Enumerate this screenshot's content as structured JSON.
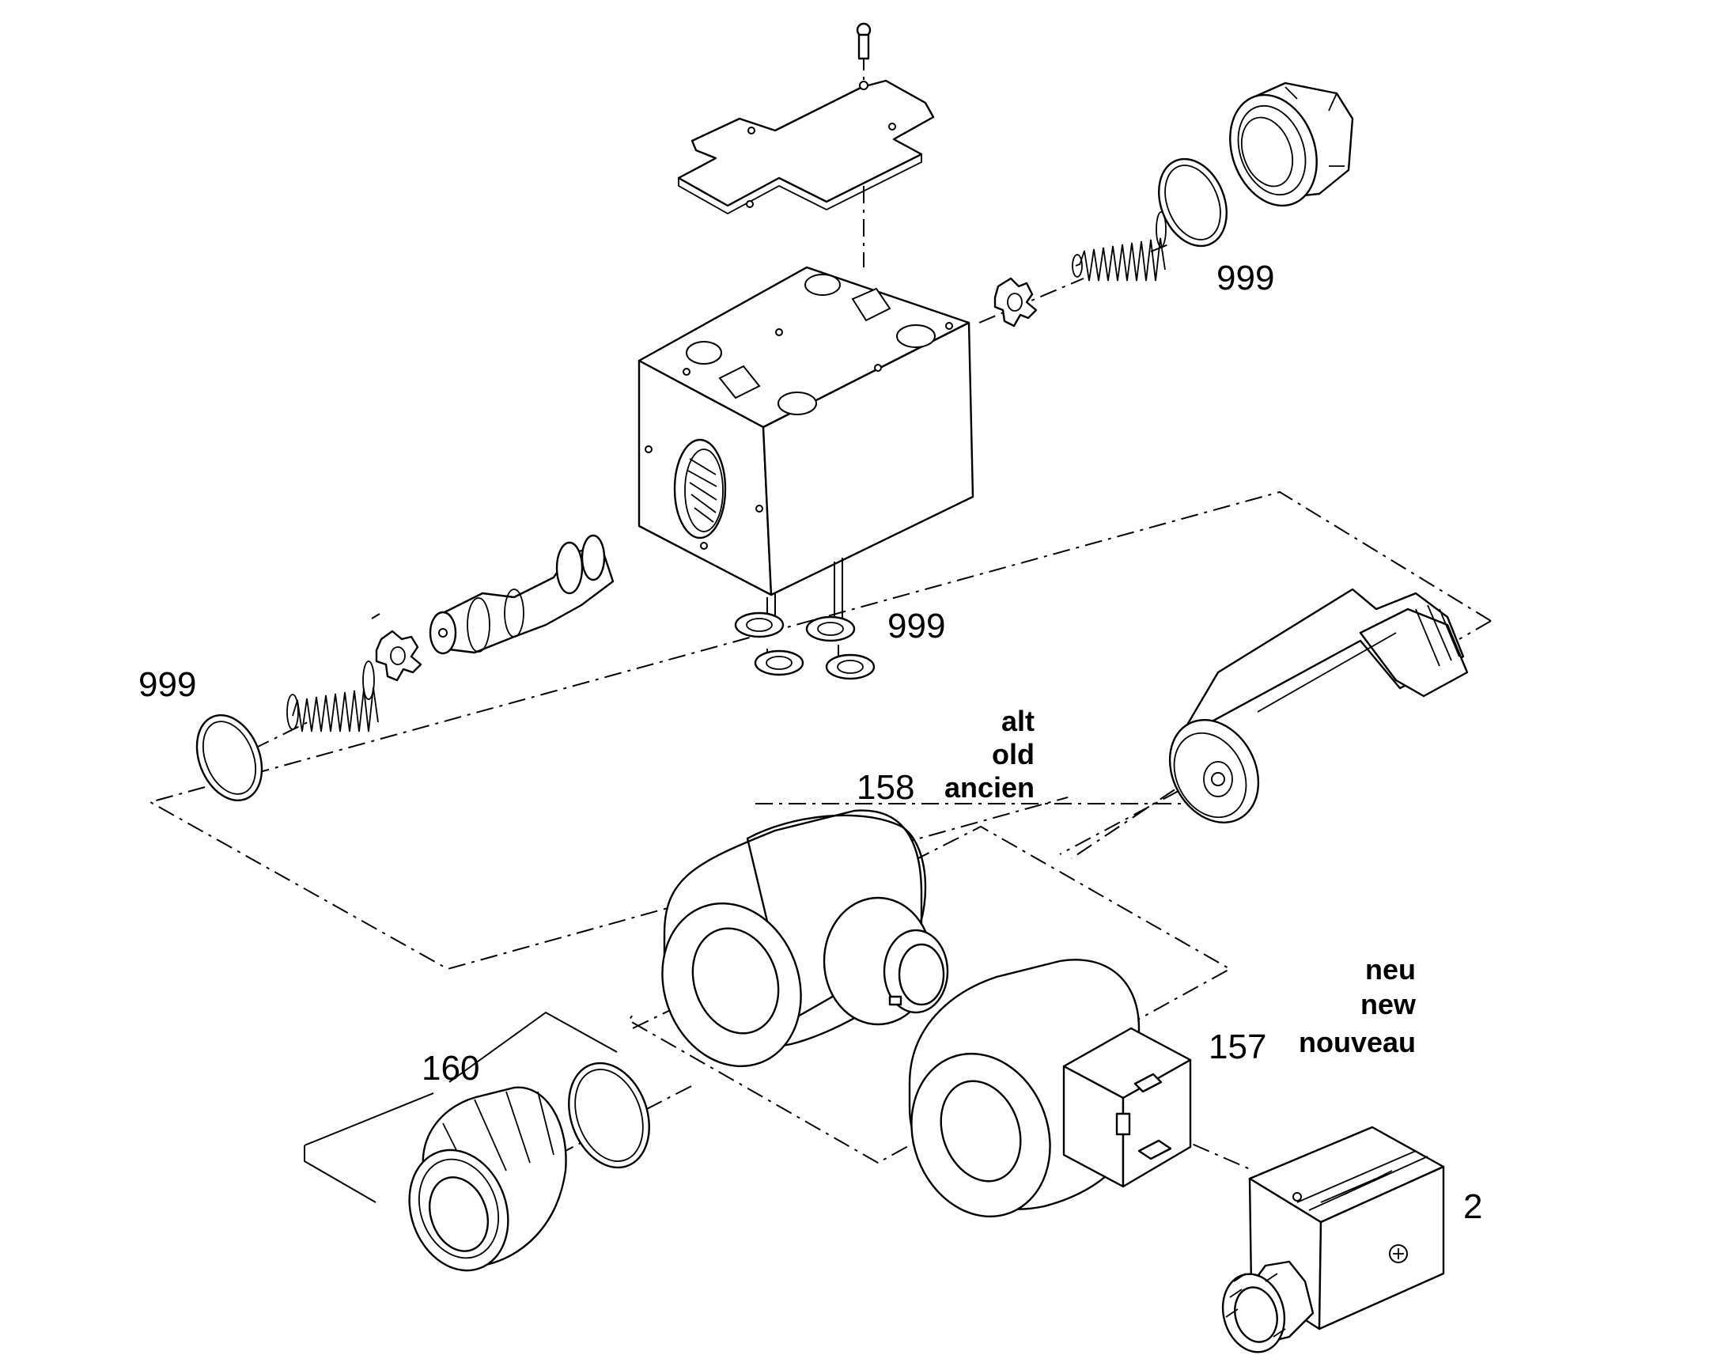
{
  "diagram": {
    "labels": {
      "ref_999_upper": "999",
      "ref_999_middle": "999",
      "ref_999_left": "999",
      "ref_158": "158",
      "ref_157": "157",
      "ref_160": "160",
      "ref_2": "2"
    },
    "old_version_text": [
      "alt",
      "old",
      "ancien"
    ],
    "new_version_text": [
      "neu",
      "new",
      "nouveau"
    ],
    "line_color": "#000000",
    "background": "#ffffff"
  }
}
